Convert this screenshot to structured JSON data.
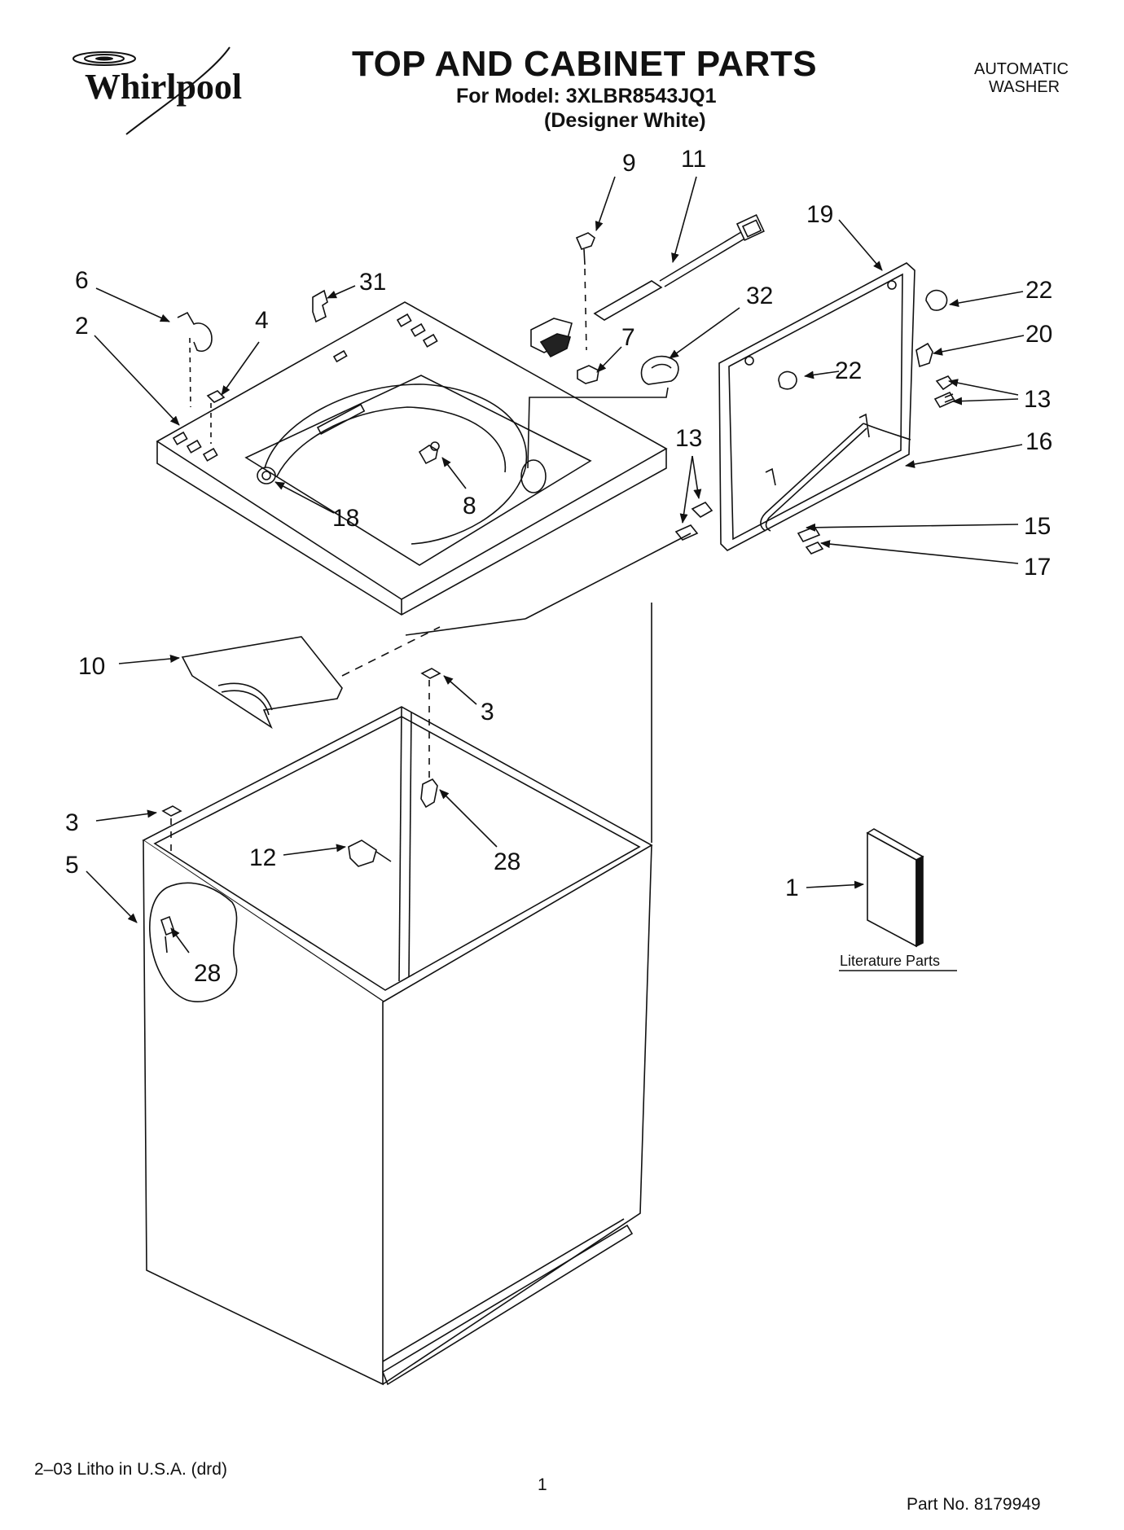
{
  "header": {
    "brand": "Whirlpool",
    "title": "TOP AND CABINET PARTS",
    "model_line": "For Model: 3XLBR8543JQ1",
    "color_line": "(Designer White)",
    "appliance_type_line1": "AUTOMATIC",
    "appliance_type_line2": "WASHER"
  },
  "callouts": {
    "p9": "9",
    "p11": "11",
    "p19": "19",
    "p6": "6",
    "p31": "31",
    "p22a": "22",
    "p2": "2",
    "p4": "4",
    "p32": "32",
    "p7": "7",
    "p20": "20",
    "p22b": "22",
    "p13a": "13",
    "p13b": "13",
    "p16": "16",
    "p8": "8",
    "p18": "18",
    "p15": "15",
    "p17": "17",
    "p10": "10",
    "p3a": "3",
    "p3b": "3",
    "p5": "5",
    "p12": "12",
    "p28a": "28",
    "p28b": "28",
    "p1": "1"
  },
  "literature_label": "Literature Parts",
  "footer": {
    "litho": "2–03 Litho in U.S.A. (drd)",
    "page_number": "1",
    "part_no": "Part No. 8179949"
  }
}
